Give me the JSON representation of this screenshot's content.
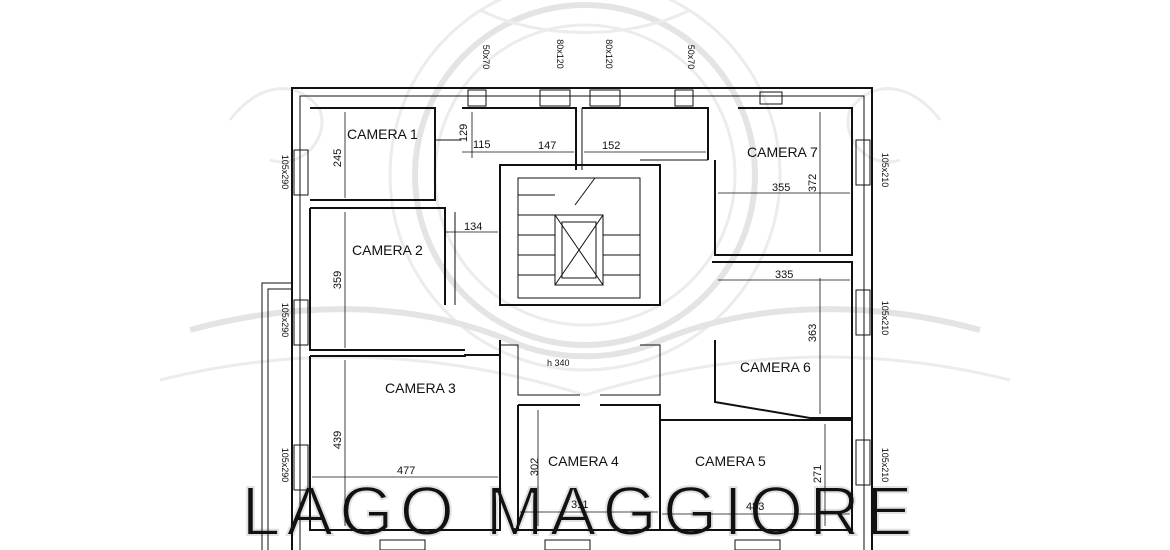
{
  "rooms": [
    {
      "id": "camera1",
      "label": "CAMERA 1"
    },
    {
      "id": "camera2",
      "label": "CAMERA 2"
    },
    {
      "id": "camera3",
      "label": "CAMERA 3"
    },
    {
      "id": "camera4",
      "label": "CAMERA 4"
    },
    {
      "id": "camera5",
      "label": "CAMERA 5"
    },
    {
      "id": "camera6",
      "label": "CAMERA 6"
    },
    {
      "id": "camera7",
      "label": "CAMERA 7"
    }
  ],
  "dimensions": {
    "c1_height": "245",
    "c1_small_a": "129",
    "c1_small_b": "115",
    "hall_top_a": "147",
    "hall_top_b": "152",
    "corridor": "134",
    "c2_height": "359",
    "c3_height": "439",
    "c3_width": "477",
    "c4_height": "302",
    "c4_width": "311",
    "c5_height": "271",
    "c5_width": "483",
    "c6_height": "363",
    "c6_width": "335",
    "c7_height": "372",
    "c7_width": "355",
    "ceiling_height": "h 340"
  },
  "windows": {
    "top_1": "50x70",
    "top_2": "80x120",
    "top_3": "80x120",
    "top_4": "50x70",
    "left_1": "105x290",
    "left_2": "105x290",
    "left_3": "105x290",
    "right_1": "105x210",
    "right_2": "105x210",
    "right_3": "105x210"
  },
  "watermark": {
    "text": "LAGO MAGGIORE"
  }
}
